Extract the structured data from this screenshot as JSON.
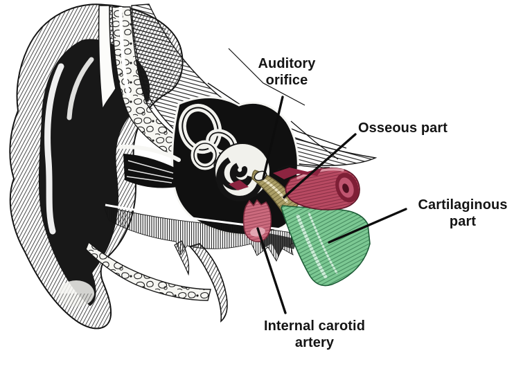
{
  "figure": {
    "labels": {
      "auditory_orifice": "Auditory\norifice",
      "osseous_part": "Osseous part",
      "cartilaginous_part": "Cartilaginous\npart",
      "internal_carotid_artery": "Internal carotid\nartery"
    },
    "colors": {
      "ink": "#0d0d0d",
      "background": "#ffffff",
      "osseous_part": "#ab9e66",
      "cartilaginous_part": "#7cc893",
      "internal_carotid_artery": "#cb6a7d",
      "muscle_tube": "#b84a62"
    }
  }
}
